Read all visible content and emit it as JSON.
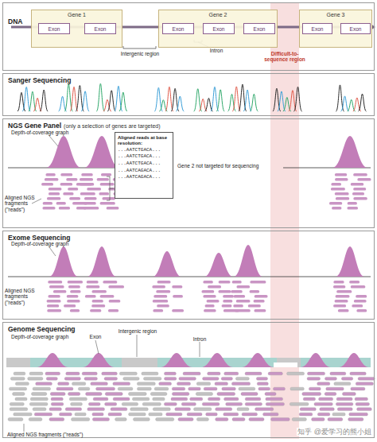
{
  "diagram": {
    "nodes": [
      {
        "text": [
          "DNA"
        ]
      },
      {
        "text": [
          "Gene 1"
        ],
        "in": 0
      },
      {
        "text": [
          "Exon"
        ],
        "in": 1
      },
      {
        "text": [
          "Exon"
        ],
        "in": 1
      },
      {
        "text": [
          "Gene 2"
        ],
        "in": 0
      },
      {
        "text": [
          "Exon"
        ],
        "in": 4
      },
      {
        "text": [
          "Exon"
        ],
        "in": 4
      },
      {
        "text": [
          "Exon"
        ],
        "in": 4
      },
      {
        "text": [
          "Gene 3"
        ],
        "in": 0
      },
      {
        "text": [
          "Exon"
        ],
        "in": 8
      },
      {
        "text": [
          "Exon"
        ],
        "in": 8
      },
      {
        "text": [
          "Sanger Sequencing"
        ]
      },
      {
        "text": [
          "NGS Gene Panel",
          "(only a selection of genes are targeted)"
        ]
      },
      {
        "text": [
          "Aligned reads at base resolution:",
          "...AATCTGACA...",
          "...AATCTGACA...",
          "...AATCTGACA...",
          "...AATCAGACA...",
          "...AATCAGACA..."
        ],
        "in": 12
      },
      {
        "text": [
          "Exome Sequencing"
        ]
      },
      {
        "text": [
          "Genome Sequencing"
        ]
      }
    ],
    "edges": [],
    "labels": [
      "Intergenic region",
      "Intron",
      "Difficult-to-sequence region",
      "Depth-of-coverage graph",
      "Aligned NGS fragments (\"reads\")",
      "Gene 2 not targeted for sequencing",
      "Depth-of-coverage graph",
      "Aligned NGS fragments (\"reads\")",
      "Depth-of-coverage graph",
      "Exon",
      "Intergenic region",
      "Intron",
      "Aligned NGS fragments (\"reads\")",
      "知乎 @爱学习的熊小姐"
    ]
  }
}
